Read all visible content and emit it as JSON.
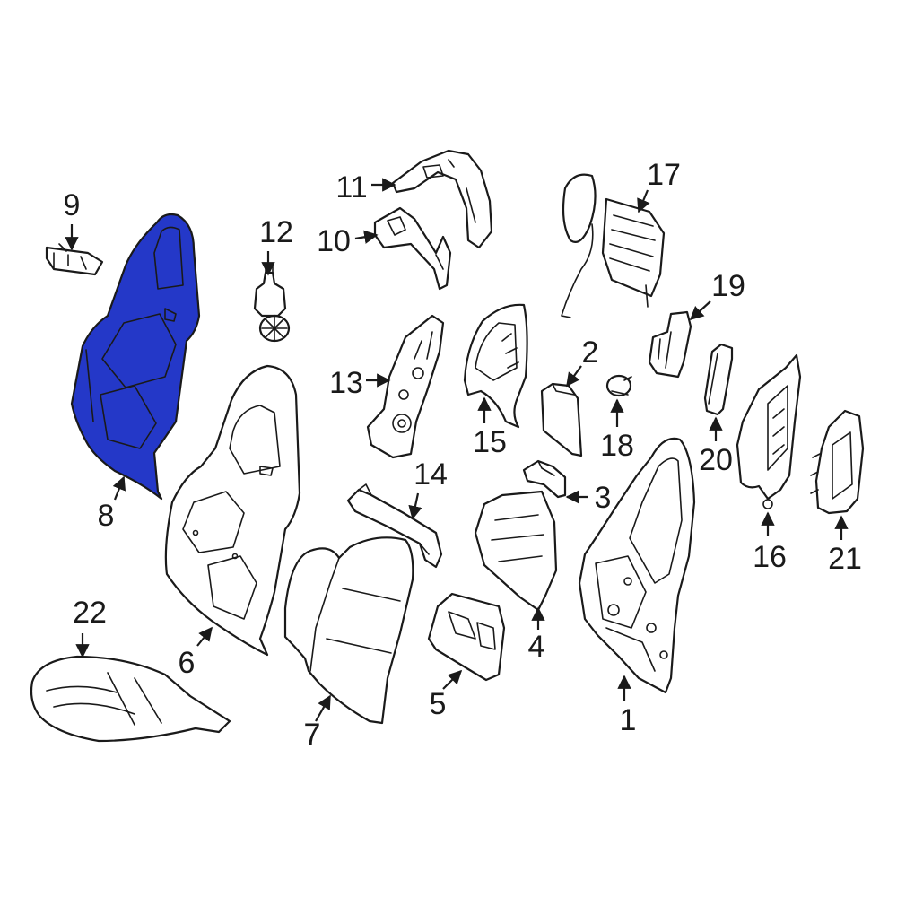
{
  "highlight_color": "#2438c8",
  "highlighted_part": "8",
  "callouts": {
    "c1": "1",
    "c2": "2",
    "c3": "3",
    "c4": "4",
    "c5": "5",
    "c6": "6",
    "c7": "7",
    "c8": "8",
    "c9": "9",
    "c10": "10",
    "c11": "11",
    "c12": "12",
    "c13": "13",
    "c14": "14",
    "c15": "15",
    "c16": "16",
    "c17": "17",
    "c18": "18",
    "c19": "19",
    "c20": "20",
    "c21": "21",
    "c22": "22"
  }
}
